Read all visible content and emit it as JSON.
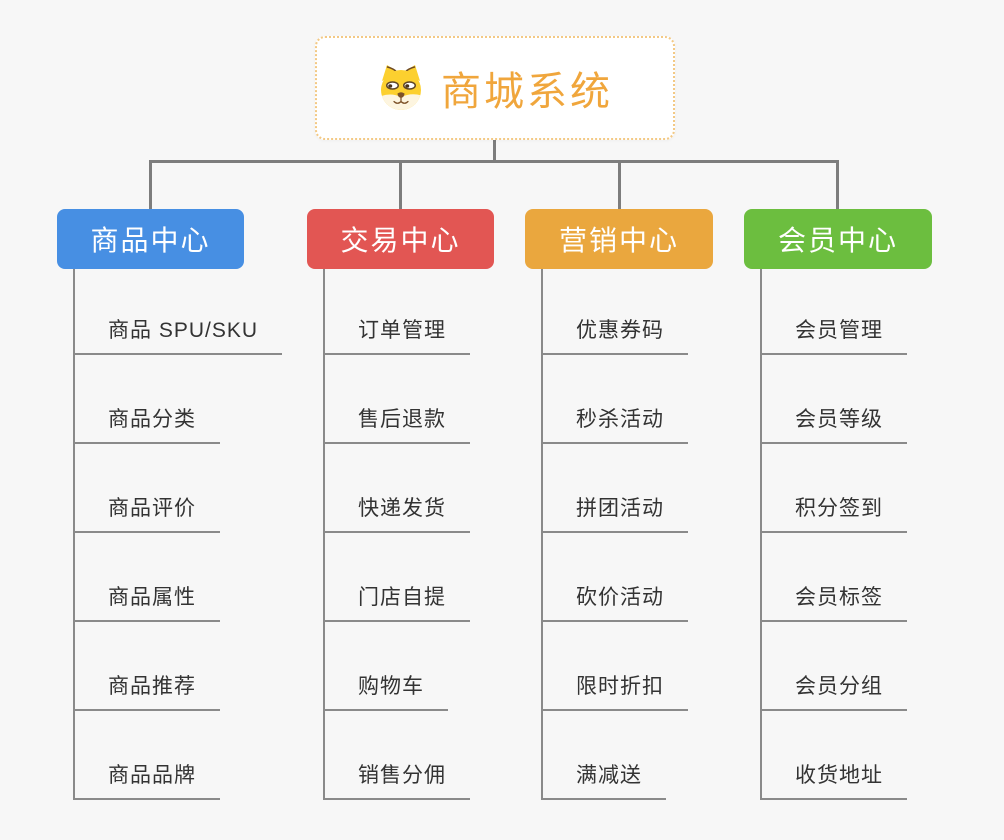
{
  "root": {
    "title": "商城系统",
    "icon": "dog-face-icon"
  },
  "branches": [
    {
      "label": "商品中心",
      "color": "#478FE3",
      "children": [
        "商品 SPU/SKU",
        "商品分类",
        "商品评价",
        "商品属性",
        "商品推荐",
        "商品品牌"
      ]
    },
    {
      "label": "交易中心",
      "color": "#E25653",
      "children": [
        "订单管理",
        "售后退款",
        "快递发货",
        "门店自提",
        "购物车",
        "销售分佣"
      ]
    },
    {
      "label": "营销中心",
      "color": "#EAA73E",
      "children": [
        "优惠券码",
        "秒杀活动",
        "拼团活动",
        "砍价活动",
        "限时折扣",
        "满减送"
      ]
    },
    {
      "label": "会员中心",
      "color": "#6CBE3F",
      "children": [
        "会员管理",
        "会员等级",
        "积分签到",
        "会员标签",
        "会员分组",
        "收货地址"
      ]
    }
  ],
  "colors": {
    "page_background": "#f7f7f7",
    "root_title": "#F0A63C",
    "root_border": "#f3c985",
    "connector": "#7d7d7d",
    "leaf_line": "#8a8a8a",
    "leaf_text": "#333333"
  }
}
